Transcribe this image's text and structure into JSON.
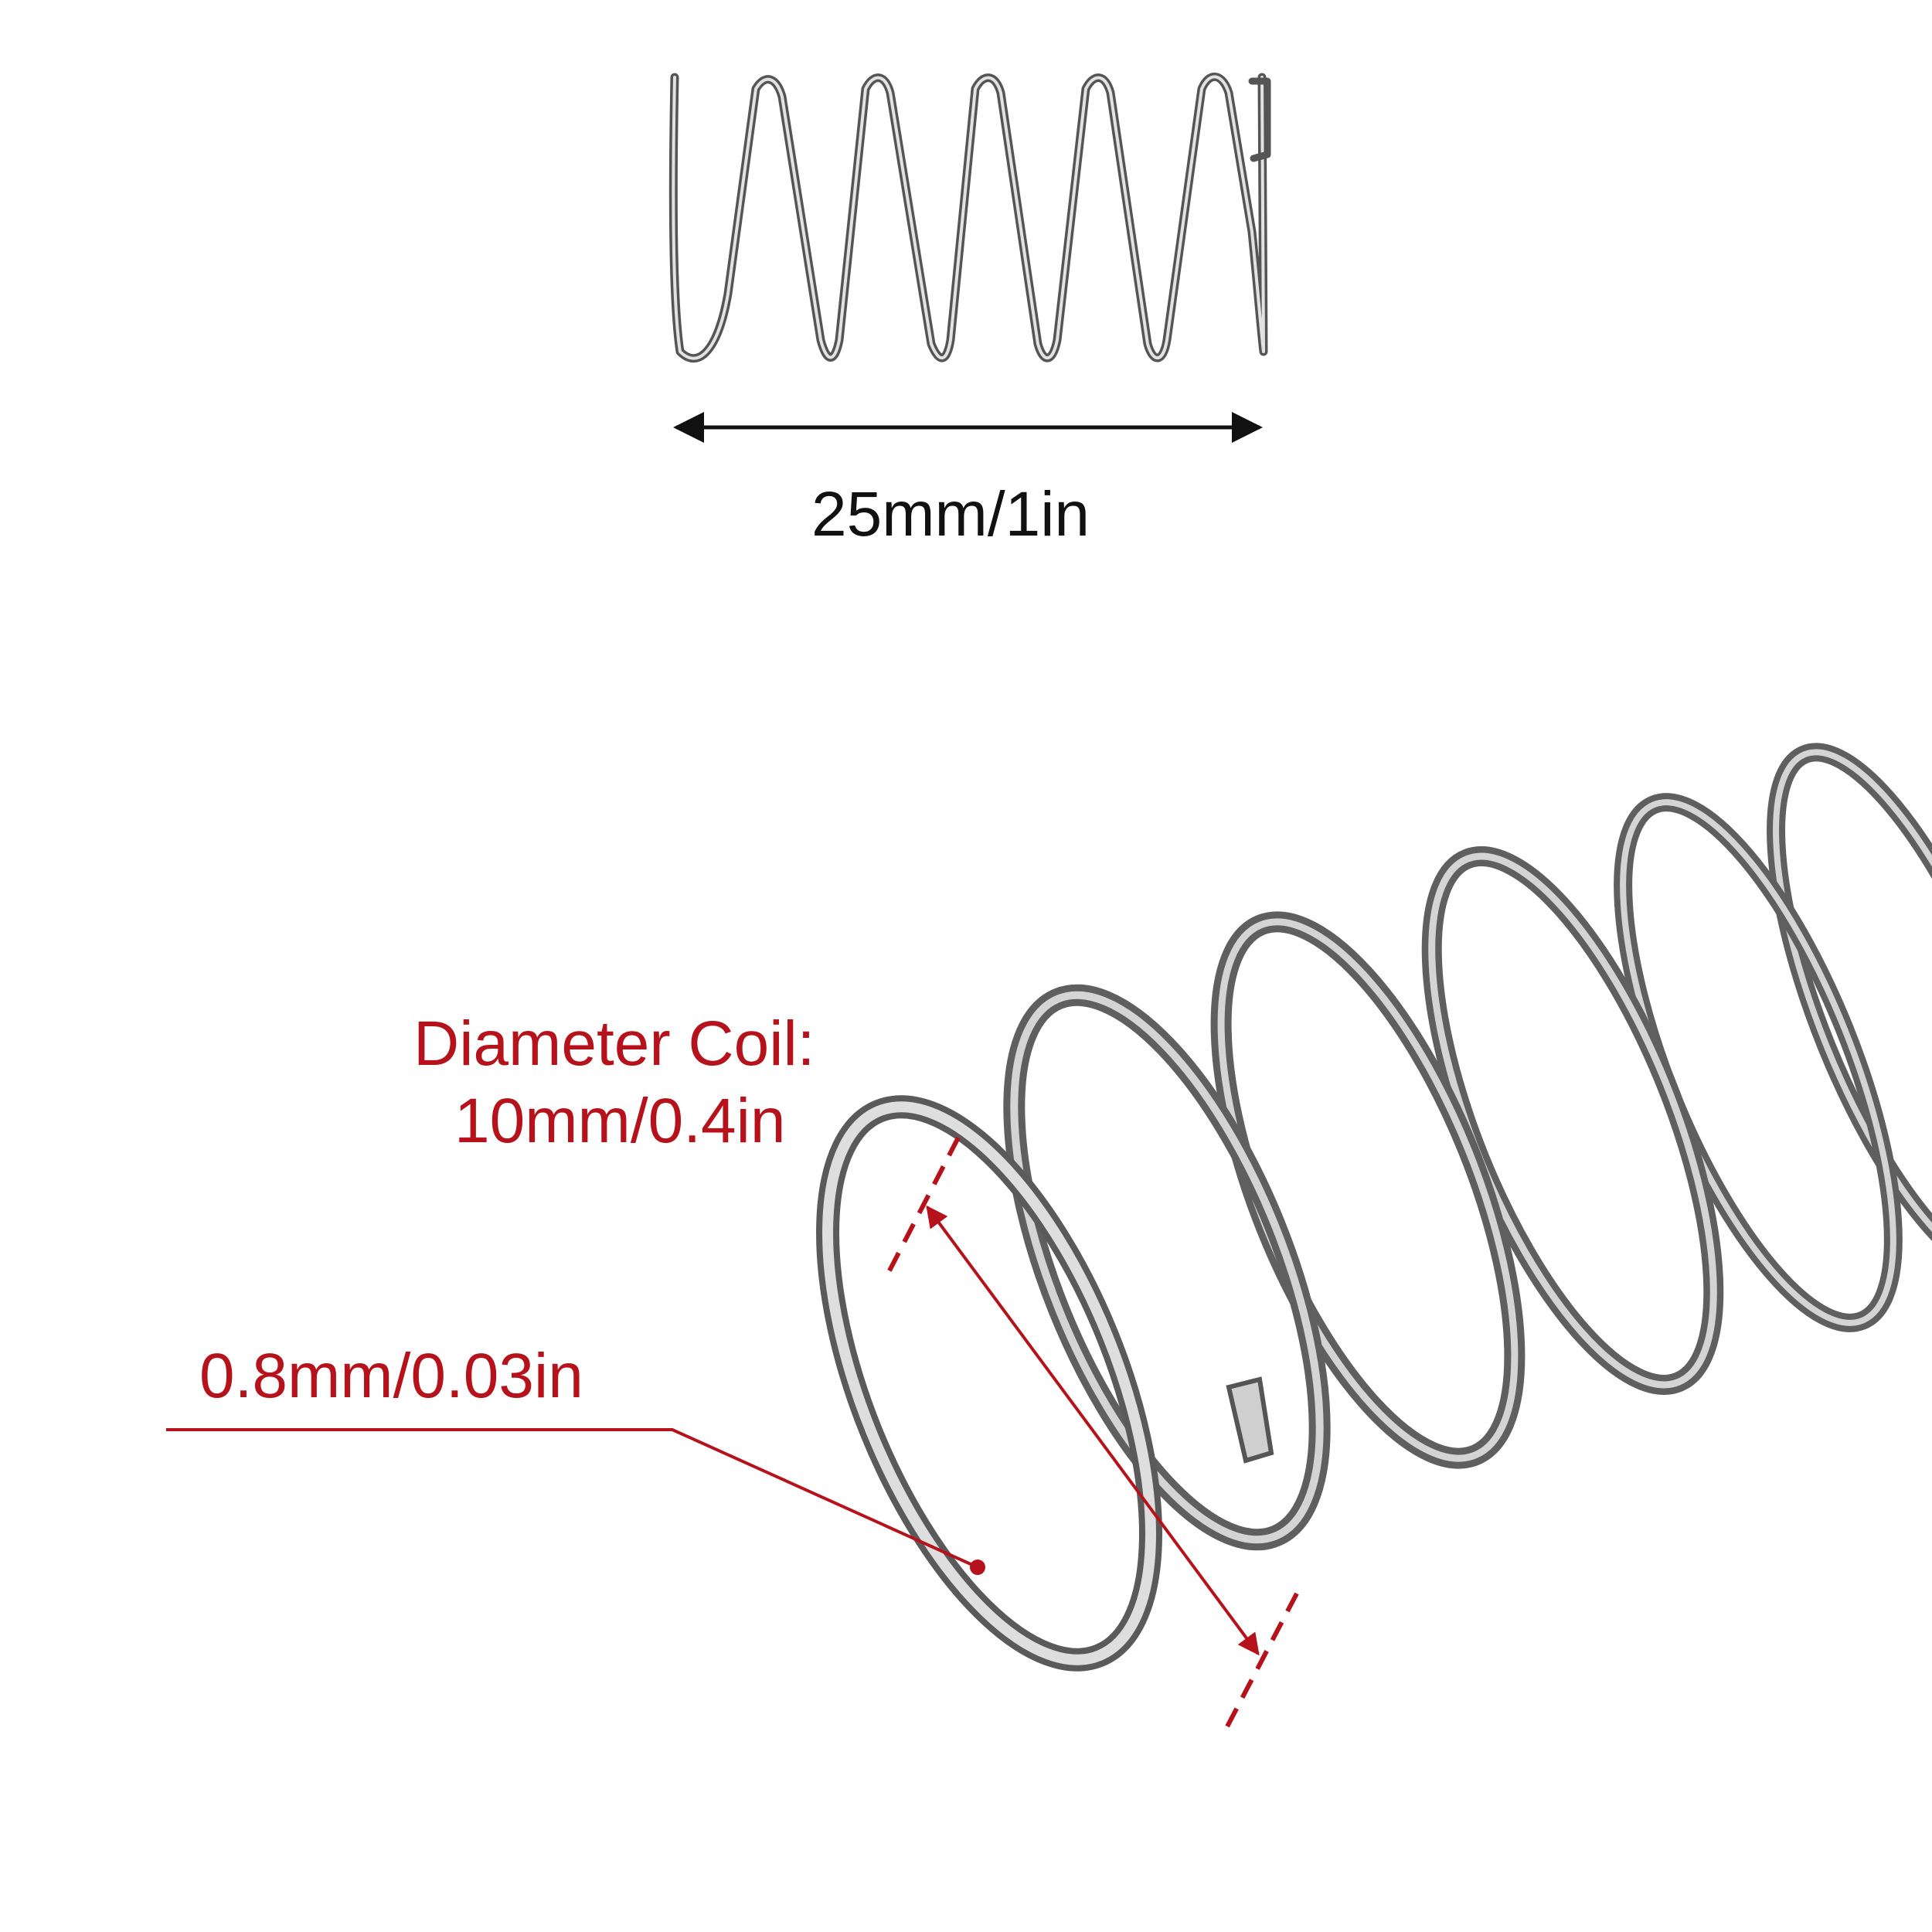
{
  "colors": {
    "background": "#ffffff",
    "wire": "#6f6f6f",
    "wire_highlight": "#d8d8d8",
    "wire_shadow": "#3c3c3c",
    "dimension_line": "#111111",
    "annotation": "#b5121b"
  },
  "dimensions": {
    "length": "25mm/1in",
    "diameter_title": "Diameter Coil:",
    "diameter_value": "10mm/0.4in",
    "wire_thickness": "0.8mm/0.03in"
  }
}
